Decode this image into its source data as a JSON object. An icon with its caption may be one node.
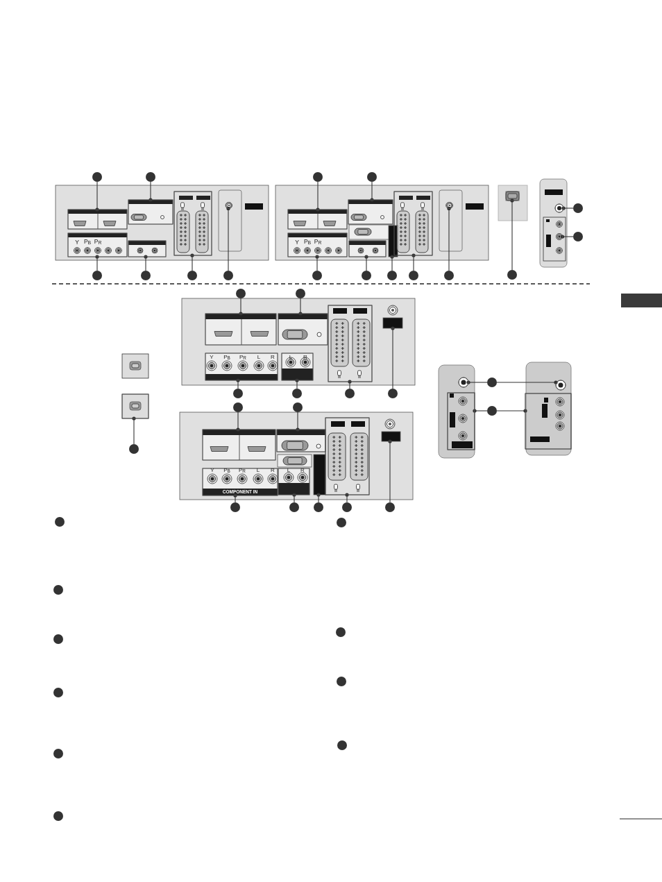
{
  "diagram": {
    "nodes": [
      {
        "text": [],
        "shape": "circle"
      },
      {
        "text": [],
        "shape": "circle"
      },
      {
        "text": [],
        "shape": "circle"
      },
      {
        "text": [],
        "shape": "circle"
      },
      {
        "text": [],
        "shape": "circle"
      },
      {
        "text": [],
        "shape": "circle"
      },
      {
        "text": [],
        "shape": "circle"
      },
      {
        "text": [],
        "shape": "circle"
      },
      {
        "text": [],
        "shape": "circle"
      },
      {
        "text": [],
        "shape": "circle"
      },
      {
        "text": [],
        "shape": "circle"
      },
      {
        "text": [],
        "shape": "circle"
      },
      {
        "text": [],
        "shape": "circle"
      },
      {
        "text": [],
        "shape": "circle"
      },
      {
        "text": [],
        "shape": "circle"
      },
      {
        "text": [],
        "shape": "circle"
      },
      {
        "text": [],
        "shape": "circle"
      },
      {
        "text": [],
        "shape": "circle"
      },
      {
        "text": [],
        "shape": "circle"
      },
      {
        "text": [],
        "shape": "circle"
      },
      {
        "text": [],
        "shape": "circle"
      },
      {
        "text": [],
        "shape": "circle"
      },
      {
        "text": [],
        "shape": "circle"
      },
      {
        "text": [],
        "shape": "circle"
      },
      {
        "text": [],
        "shape": "circle"
      },
      {
        "text": [],
        "shape": "circle"
      },
      {
        "text": [],
        "shape": "circle"
      },
      {
        "text": [],
        "shape": "circle"
      },
      {
        "text": [],
        "shape": "circle"
      },
      {
        "text": [],
        "shape": "circle"
      },
      {
        "text": [],
        "shape": "circle"
      },
      {
        "text": [],
        "shape": "circle"
      },
      {
        "text": [],
        "shape": "circle"
      },
      {
        "text": [],
        "shape": "circle"
      },
      {
        "text": [],
        "shape": "circle"
      },
      {
        "text": [],
        "shape": "circle"
      },
      {
        "text": [],
        "shape": "circle"
      },
      {
        "text": [],
        "shape": "circle"
      },
      {
        "text": [],
        "shape": "circle"
      },
      {
        "text": [],
        "shape": "circle"
      },
      {
        "text": [],
        "shape": "circle"
      },
      {
        "text": [],
        "shape": "circle"
      },
      {
        "text": [],
        "shape": "box"
      },
      {
        "text": [],
        "shape": "box"
      },
      {
        "text": [],
        "shape": "box"
      },
      {
        "text": [],
        "shape": "box"
      },
      {
        "text": [],
        "shape": "box"
      },
      {
        "text": [],
        "shape": "circle"
      },
      {
        "text": [],
        "shape": "box"
      },
      {
        "text": [],
        "shape": "box"
      },
      {
        "text": [],
        "shape": "box"
      },
      {
        "text": [],
        "shape": "box"
      },
      {
        "text": [],
        "shape": "box"
      },
      {
        "text": [],
        "shape": "box"
      },
      {
        "text": [],
        "shape": "circle"
      },
      {
        "text": [],
        "shape": "box"
      },
      {
        "text": [],
        "shape": "circle"
      },
      {
        "text": [],
        "shape": "circle"
      },
      {
        "text": [],
        "shape": "box"
      },
      {
        "text": [],
        "shape": "box"
      },
      {
        "text": [],
        "shape": "box"
      },
      {
        "text": [],
        "shape": "box"
      },
      {
        "text": [],
        "shape": "box"
      },
      {
        "text": [],
        "shape": "box"
      },
      {
        "text": [],
        "shape": "box"
      },
      {
        "text": [],
        "shape": "box"
      },
      {
        "text": [],
        "shape": "box"
      },
      {
        "text": [],
        "shape": "box"
      },
      {
        "text": [],
        "shape": "box"
      },
      {
        "text": [],
        "shape": "box"
      },
      {
        "text": [],
        "shape": "box"
      },
      {
        "text": [],
        "shape": "box"
      },
      {
        "text": [],
        "shape": "circle"
      },
      {
        "text": [],
        "shape": "circle"
      },
      {
        "text": [],
        "shape": "box"
      },
      {
        "text": [],
        "shape": "box"
      }
    ],
    "edges": [
      {
        "from": 0,
        "to": 42,
        "arrow": "other"
      },
      {
        "from": 1,
        "to": 43,
        "arrow": "other"
      },
      {
        "from": 2,
        "to": 44,
        "arrow": "other"
      },
      {
        "from": 3,
        "to": 45,
        "arrow": "other"
      },
      {
        "from": 4,
        "to": 46,
        "arrow": "other"
      },
      {
        "from": 5,
        "to": 47,
        "arrow": "other"
      },
      {
        "from": 6,
        "to": 48,
        "arrow": "other"
      },
      {
        "from": 7,
        "to": 49,
        "arrow": "other"
      },
      {
        "from": 8,
        "to": 50,
        "arrow": "other"
      },
      {
        "from": 9,
        "to": 51,
        "arrow": "other"
      },
      {
        "from": 10,
        "to": 52,
        "arrow": "other"
      },
      {
        "from": 11,
        "to": 53,
        "arrow": "other"
      },
      {
        "from": 12,
        "to": 54,
        "arrow": "other"
      },
      {
        "from": 13,
        "to": 55,
        "arrow": "other"
      },
      {
        "from": 14,
        "to": 56,
        "arrow": "other"
      },
      {
        "from": 15,
        "to": 57,
        "arrow": "other"
      },
      {
        "from": 16,
        "to": 58,
        "arrow": "other"
      },
      {
        "from": 17,
        "to": 59,
        "arrow": "other"
      },
      {
        "from": 18,
        "to": 60,
        "arrow": "other"
      },
      {
        "from": 19,
        "to": 61,
        "arrow": "other"
      },
      {
        "from": 20,
        "to": 62,
        "arrow": "other"
      },
      {
        "from": 21,
        "to": 63,
        "arrow": "other"
      },
      {
        "from": 22,
        "to": 64,
        "arrow": "other"
      },
      {
        "from": 23,
        "to": 65,
        "arrow": "other"
      },
      {
        "from": 24,
        "to": 66,
        "arrow": "other"
      },
      {
        "from": 25,
        "to": 67,
        "arrow": "other"
      },
      {
        "from": 26,
        "to": 68,
        "arrow": "other"
      },
      {
        "from": 27,
        "to": 69,
        "arrow": "other"
      },
      {
        "from": 28,
        "to": 70,
        "arrow": "other"
      },
      {
        "from": 29,
        "to": 71,
        "arrow": "other"
      },
      {
        "from": 30,
        "to": 72,
        "arrow": "other"
      },
      {
        "from": 30,
        "to": 73,
        "arrow": "other"
      },
      {
        "from": 31,
        "to": 74,
        "arrow": "other"
      },
      {
        "from": 31,
        "to": 75,
        "arrow": "other"
      }
    ],
    "labels": [
      "Y",
      "P$_{B}$",
      "P$_{R}$",
      "Y",
      "P$_{B}$",
      "P$_{R}$",
      "Y",
      "P$_{B}$",
      "P$_{R}$",
      "L",
      "R",
      "L",
      "R",
      "Y",
      "P$_{B}$",
      "P$_{R}$",
      "L",
      "R",
      "COMPONENT IN",
      "L",
      "R"
    ]
  }
}
